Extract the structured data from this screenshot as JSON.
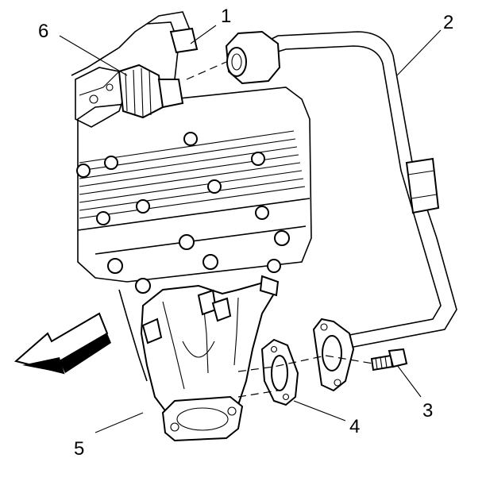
{
  "callouts": [
    {
      "id": "1",
      "label": "1"
    },
    {
      "id": "2",
      "label": "2"
    },
    {
      "id": "3",
      "label": "3"
    },
    {
      "id": "4",
      "label": "4"
    },
    {
      "id": "5",
      "label": "5"
    },
    {
      "id": "6",
      "label": "6"
    }
  ],
  "colors": {
    "ink": "#000000",
    "paper": "#ffffff"
  },
  "icons": {
    "direction_arrow": "forward-arrow-icon"
  }
}
